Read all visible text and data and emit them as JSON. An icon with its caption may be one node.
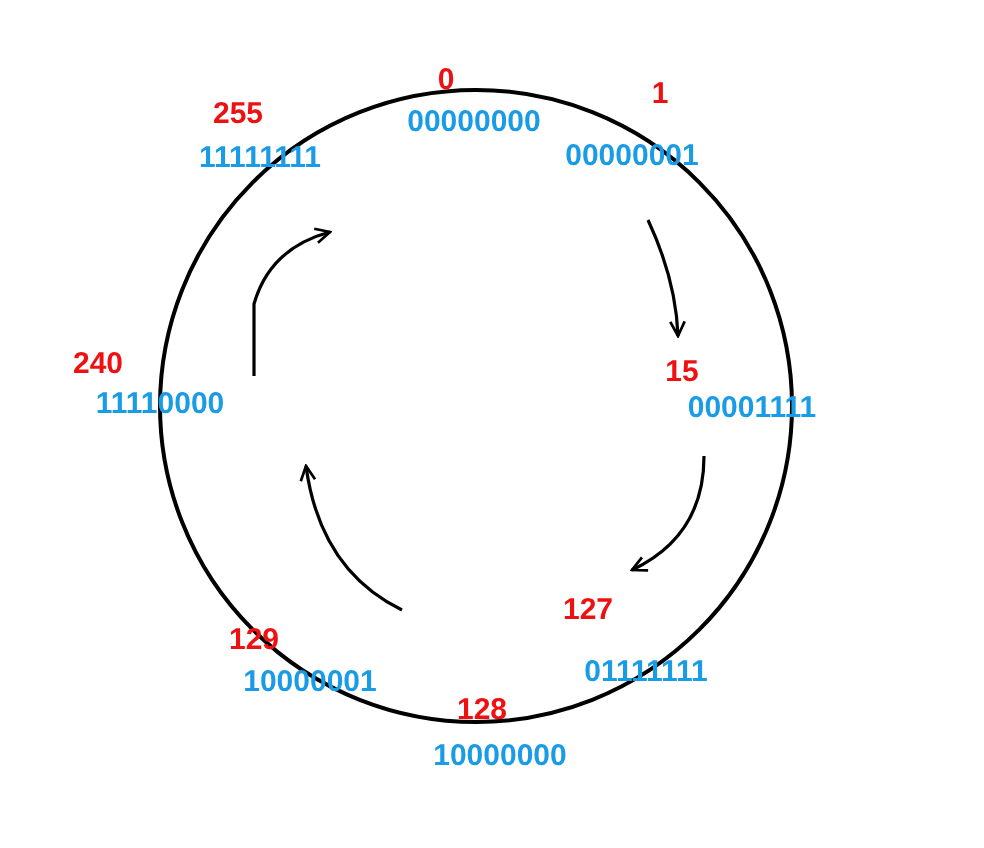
{
  "diagram": {
    "labels": [
      "0",
      "00000000",
      "1",
      "00000001",
      "15",
      "00001111",
      "127",
      "01111111",
      "128",
      "10000000",
      "129",
      "10000001",
      "240",
      "11110000",
      "255",
      "11111111"
    ]
  }
}
